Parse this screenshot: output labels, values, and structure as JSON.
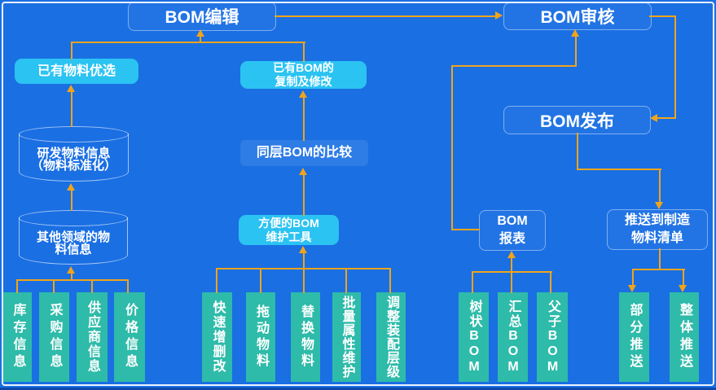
{
  "colors": {
    "bg": "#1a6fe3",
    "cyan": "#2bc3f2",
    "teal": "#2ebba9",
    "orange": "#f0a41c"
  },
  "nodes": {
    "bom_edit": "BOM编辑",
    "bom_review": "BOM审核",
    "bom_release": "BOM发布",
    "bom_report": "BOM\n报表",
    "push_to_mfg": "推送到制造\n物料清单",
    "material_pref": "已有物料优选",
    "bom_copy": "已有BOM的\n复制及修改",
    "bom_compare": "同层BOM的比较",
    "bom_tools": "方便的BOM\n维护工具",
    "cyl_rd": "研发物料信息\n（物料标准化）",
    "cyl_other": "其他领域的物\n料信息"
  },
  "vertical_boxes": {
    "left": [
      "库存信息",
      "采购信息",
      "供应商信息",
      "价格信息"
    ],
    "middle": [
      "快速增删改",
      "拖动物料",
      "替换物料",
      "批量属性维护",
      "调整装配层级"
    ],
    "report": [
      "树状BOM",
      "汇总BOM",
      "父子BOM"
    ],
    "push": [
      "部分推送",
      "整体推送"
    ]
  }
}
